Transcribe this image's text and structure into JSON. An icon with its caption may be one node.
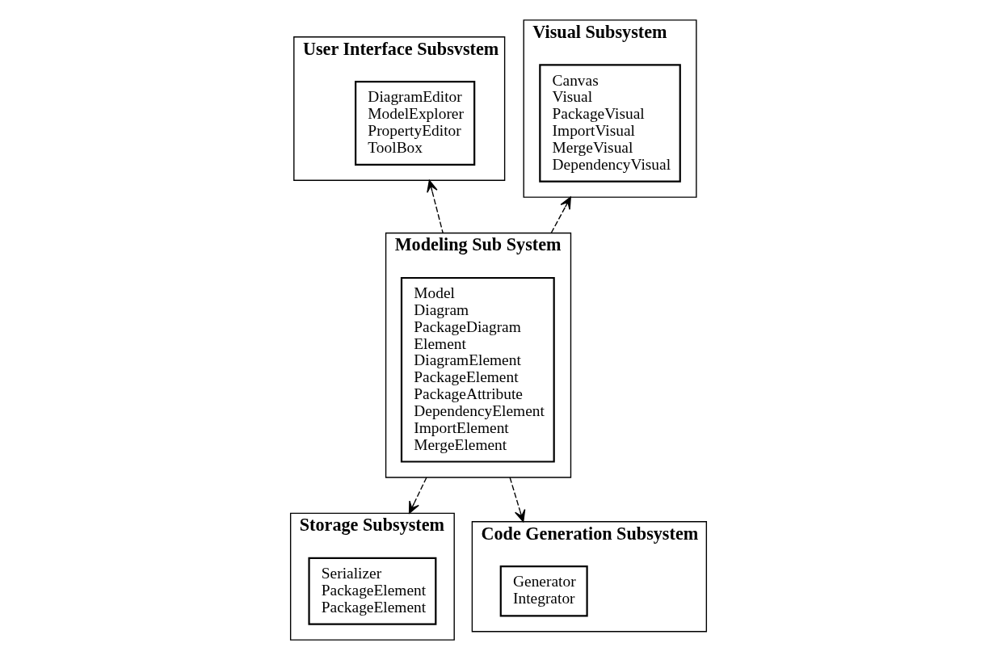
{
  "diagram": {
    "nodes": [
      {
        "text": [
          "User Interface Subsvstem"
        ]
      },
      {
        "text": [
          "DiagramEditor",
          "ModelExplorer",
          "PropertyEditor",
          "ToolBox"
        ],
        "in": 0
      },
      {
        "text": [
          "Visual Subsystem"
        ]
      },
      {
        "text": [
          "Canvas",
          "Visual",
          "PackageVisual",
          "ImportVisual",
          "MergeVisual",
          "DependencyVisual"
        ],
        "in": 2
      },
      {
        "text": [
          "Modeling Sub System"
        ]
      },
      {
        "text": [
          "Model",
          "Diagram",
          "PackageDiagram",
          "Element",
          "DiagramElement",
          "PackageElement",
          "PackageAttribute",
          "DependencyElement",
          "ImportElement",
          "MergeElement"
        ],
        "in": 4
      },
      {
        "text": [
          "Storage Subsystem"
        ]
      },
      {
        "text": [
          "Serializer",
          "PackageElement",
          "PackageElement"
        ],
        "in": 6
      },
      {
        "text": [
          "Code Generation Subsystem"
        ]
      },
      {
        "text": [
          "Generator",
          "Integrator"
        ],
        "in": 8
      }
    ],
    "edges": [
      {
        "from": 4,
        "to": 0,
        "arrow": "to",
        "style": "dashed"
      },
      {
        "from": 4,
        "to": 2,
        "arrow": "to",
        "style": "dashed"
      },
      {
        "from": 4,
        "to": 6,
        "arrow": "to",
        "style": "dashed"
      },
      {
        "from": 4,
        "to": 8,
        "arrow": "to",
        "style": "dashed"
      }
    ]
  }
}
